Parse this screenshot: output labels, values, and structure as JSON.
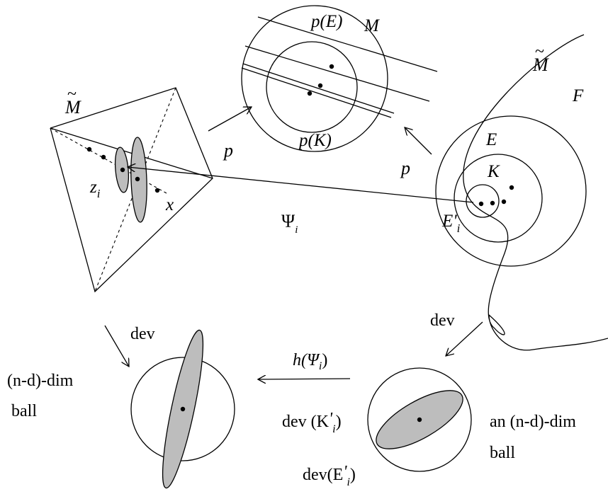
{
  "labels": {
    "m_tilde_left": "M",
    "tilde_mark": "~",
    "p_E": "p(E)",
    "M": "M",
    "p_K": "p(K)",
    "p_left": "p",
    "p_right": "p",
    "m_tilde_right": "M",
    "F": "F",
    "E": "E",
    "K": "K",
    "E_prime_i_base": "E'",
    "E_prime_i_sub": "i",
    "z_base": "z",
    "z_sub": "i",
    "x": "x",
    "psi_base": "Ψ",
    "psi_sub": "i",
    "dev_left": "dev",
    "dev_right": "dev",
    "h_psi_prefix": "h(Ψ",
    "h_psi_sub": "i",
    "h_psi_suffix": ")",
    "nd_ball_left_line1": "(n-d)-dim",
    "nd_ball_left_line2": "ball",
    "dev_K_prefix": "dev (K",
    "dev_K_prime": "'",
    "dev_K_sub": "i",
    "dev_K_suffix": ")",
    "dev_E_prefix": "dev(E",
    "dev_E_prime": "'",
    "dev_E_sub": "i",
    "dev_E_suffix": ")",
    "nd_ball_right_line1": "an (n-d)-dim",
    "nd_ball_right_line2": "ball"
  },
  "colors": {
    "stroke": "#000000",
    "shade": "#bdbdbd",
    "background": "#ffffff"
  }
}
